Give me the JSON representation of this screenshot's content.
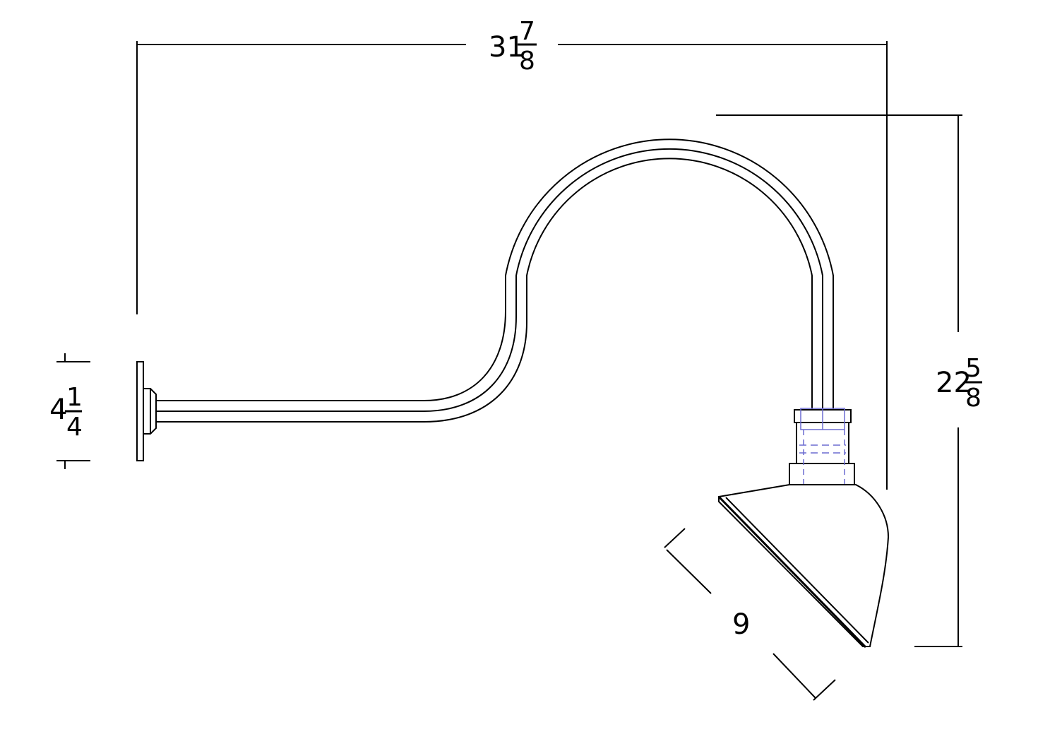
{
  "drawing": {
    "line_color": "#000000",
    "hidden_line_color": "#6c6cd0",
    "background": "#ffffff"
  },
  "dimensions": {
    "overall_width": {
      "whole": "31",
      "numerator": "7",
      "denominator": "8"
    },
    "overall_height": {
      "whole": "22",
      "numerator": "5",
      "denominator": "8"
    },
    "backplate_height": {
      "whole": "4",
      "numerator": "1",
      "denominator": "4"
    },
    "shade_diameter": {
      "whole": "9"
    }
  }
}
